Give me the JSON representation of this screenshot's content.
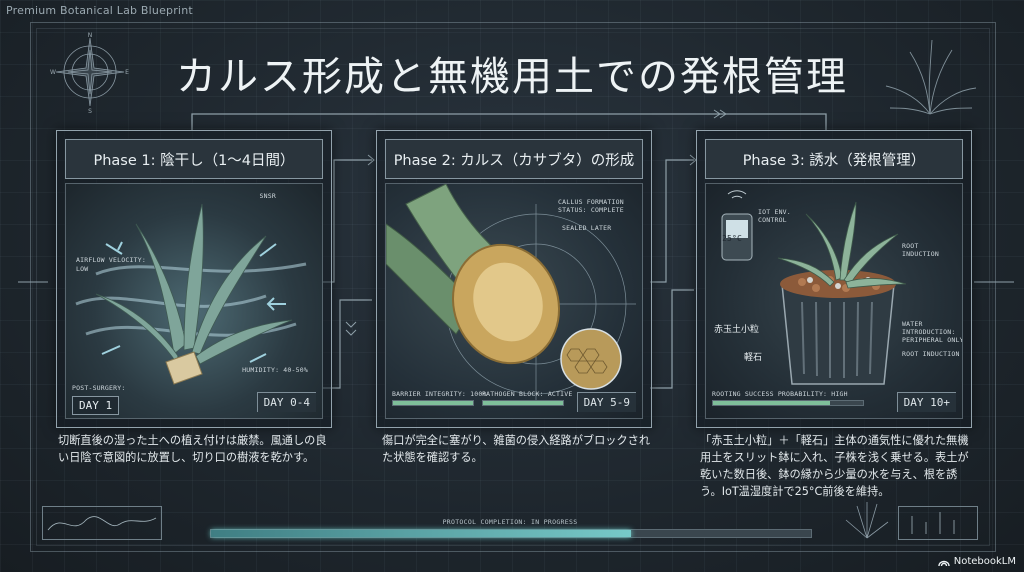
{
  "brand": "Premium Botanical Lab Blueprint",
  "title": "カルス形成と無機用土での発根管理",
  "compass": {
    "n": "N",
    "e": "E",
    "s": "S",
    "w": "W"
  },
  "phases": [
    {
      "header": "Phase 1: 陰干し（1〜4日間）",
      "labels": {
        "airflow": "AIRFLOW VELOCITY:\nLOW",
        "humidity": "HUMIDITY: 40-50%",
        "post": "POST-SURGERY:",
        "day_tag": "DAY 1",
        "sensor": "SNSR"
      },
      "day": "DAY 0-4",
      "desc": "切断直後の湿った土への植え付けは厳禁。風通しの良い日陰で意図的に放置し、切り口の樹液を乾かす。"
    },
    {
      "header": "Phase 2: カルス（カサブタ）の形成",
      "labels": {
        "callus": "CALLUS FORMATION\nSTATUS: COMPLETE",
        "sealed": "SEALED LATER",
        "barrier": "BARRIER INTEGRITY: 100%",
        "pathogen": "PATHOGEN BLOCK: ACTIVE"
      },
      "barrier_level": 1.0,
      "pathogen_level": 1.0,
      "day": "DAY 5-9",
      "desc": "傷口が完全に塞がり、雑菌の侵入経路がブロックされた状態を確認する。"
    },
    {
      "header": "Phase 3: 誘水（発根管理）",
      "labels": {
        "iot": "IOT ENV.\nCONTROL",
        "temp": "25°C",
        "root1": "ROOT\nINDUCTION",
        "water": "WATER\nINTRODUCTION:\nPERIPHERAL ONLY",
        "root2": "ROOT INDUCTION",
        "akadama": "赤玉土小粒",
        "karuishi": "軽石",
        "success": "ROOTING SUCCESS PROBABILITY: HIGH"
      },
      "success_level": 0.78,
      "day": "DAY 10+",
      "desc": "「赤玉土小粒」＋「軽石」主体の通気性に優れた無機用土をスリット鉢に入れ、子株を浅く乗せる。表土が乾いた数日後、鉢の縁から少量の水を与え、根を誘う。IoT温湿度計で25°C前後を維持。"
    }
  ],
  "progress": {
    "label": "PROTOCOL COMPLETION: IN PROGRESS",
    "level": 0.7
  },
  "footer": {
    "logo": "NotebookLM"
  },
  "colors": {
    "accent": "#77c9c8",
    "panel_border": "#93a3ad",
    "bg": "#1f2830"
  }
}
